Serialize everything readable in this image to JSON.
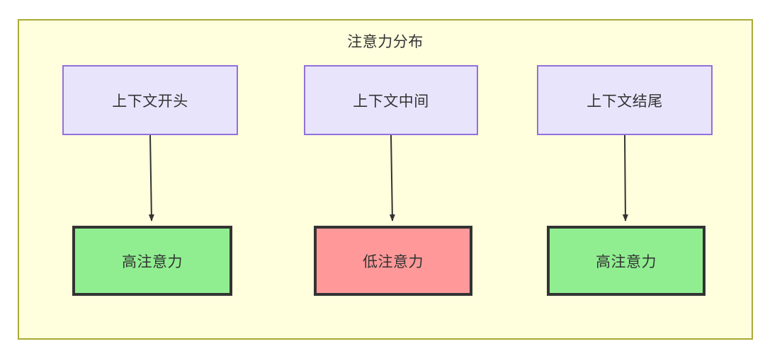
{
  "diagram": {
    "title": "注意力分布",
    "container": {
      "fill": "#ffffdd",
      "border": "#aaaa33"
    },
    "nodes": {
      "context": [
        {
          "id": "ctx-start",
          "label": "上下文开头",
          "fill": "#e8e4fb",
          "border": "#9370db"
        },
        {
          "id": "ctx-middle",
          "label": "上下文中间",
          "fill": "#e8e4fb",
          "border": "#9370db"
        },
        {
          "id": "ctx-end",
          "label": "上下文结尾",
          "fill": "#e8e4fb",
          "border": "#9370db"
        }
      ],
      "attention": [
        {
          "id": "attn-start",
          "label": "高注意力",
          "fill": "#90ee90",
          "border": "#333333",
          "level": "high"
        },
        {
          "id": "attn-middle",
          "label": "低注意力",
          "fill": "#ff9999",
          "border": "#333333",
          "level": "low"
        },
        {
          "id": "attn-end",
          "label": "高注意力",
          "fill": "#90ee90",
          "border": "#333333",
          "level": "high"
        }
      ]
    },
    "edges": [
      {
        "from": "ctx-start",
        "to": "attn-start",
        "label": ""
      },
      {
        "from": "ctx-middle",
        "to": "attn-middle",
        "label": ""
      },
      {
        "from": "ctx-end",
        "to": "attn-end",
        "label": ""
      }
    ],
    "edge_color": "#333333"
  }
}
